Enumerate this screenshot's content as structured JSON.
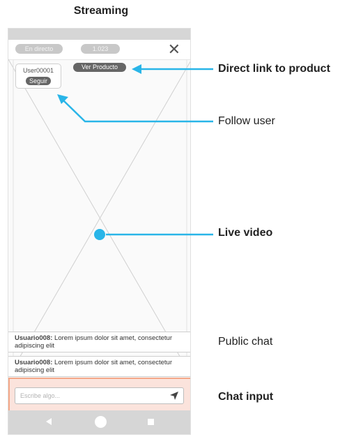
{
  "page_title": "Streaming",
  "topbar": {
    "live_label": "En directo",
    "viewers": "1.023",
    "close_icon": "close-icon"
  },
  "video": {
    "user_card": {
      "username": "User00001",
      "follow_label": "Seguir"
    },
    "product_button_label": "Ver Producto"
  },
  "chat": {
    "messages": [
      {
        "user": "Usuario008:",
        "text": "Lorem ipsum dolor sit amet, consectetur adipiscing elit"
      },
      {
        "user": "Usuario008:",
        "text": "Lorem ipsum dolor sit amet, consectetur adipiscing elit"
      }
    ],
    "input_placeholder": "Escribe algo...",
    "send_icon": "send-icon"
  },
  "navbar": {
    "icons": [
      "back-icon",
      "home-icon",
      "recent-apps-icon"
    ]
  },
  "annotations": {
    "product_link": "Direct link to product",
    "follow_user": "Follow user",
    "live_video": "Live video",
    "public_chat": "Public chat",
    "chat_input": "Chat input"
  },
  "colors": {
    "accent": "#29b5e8",
    "chat_input_highlight_bg": "#fbe3dc",
    "chat_input_highlight_border": "#f4a889"
  }
}
